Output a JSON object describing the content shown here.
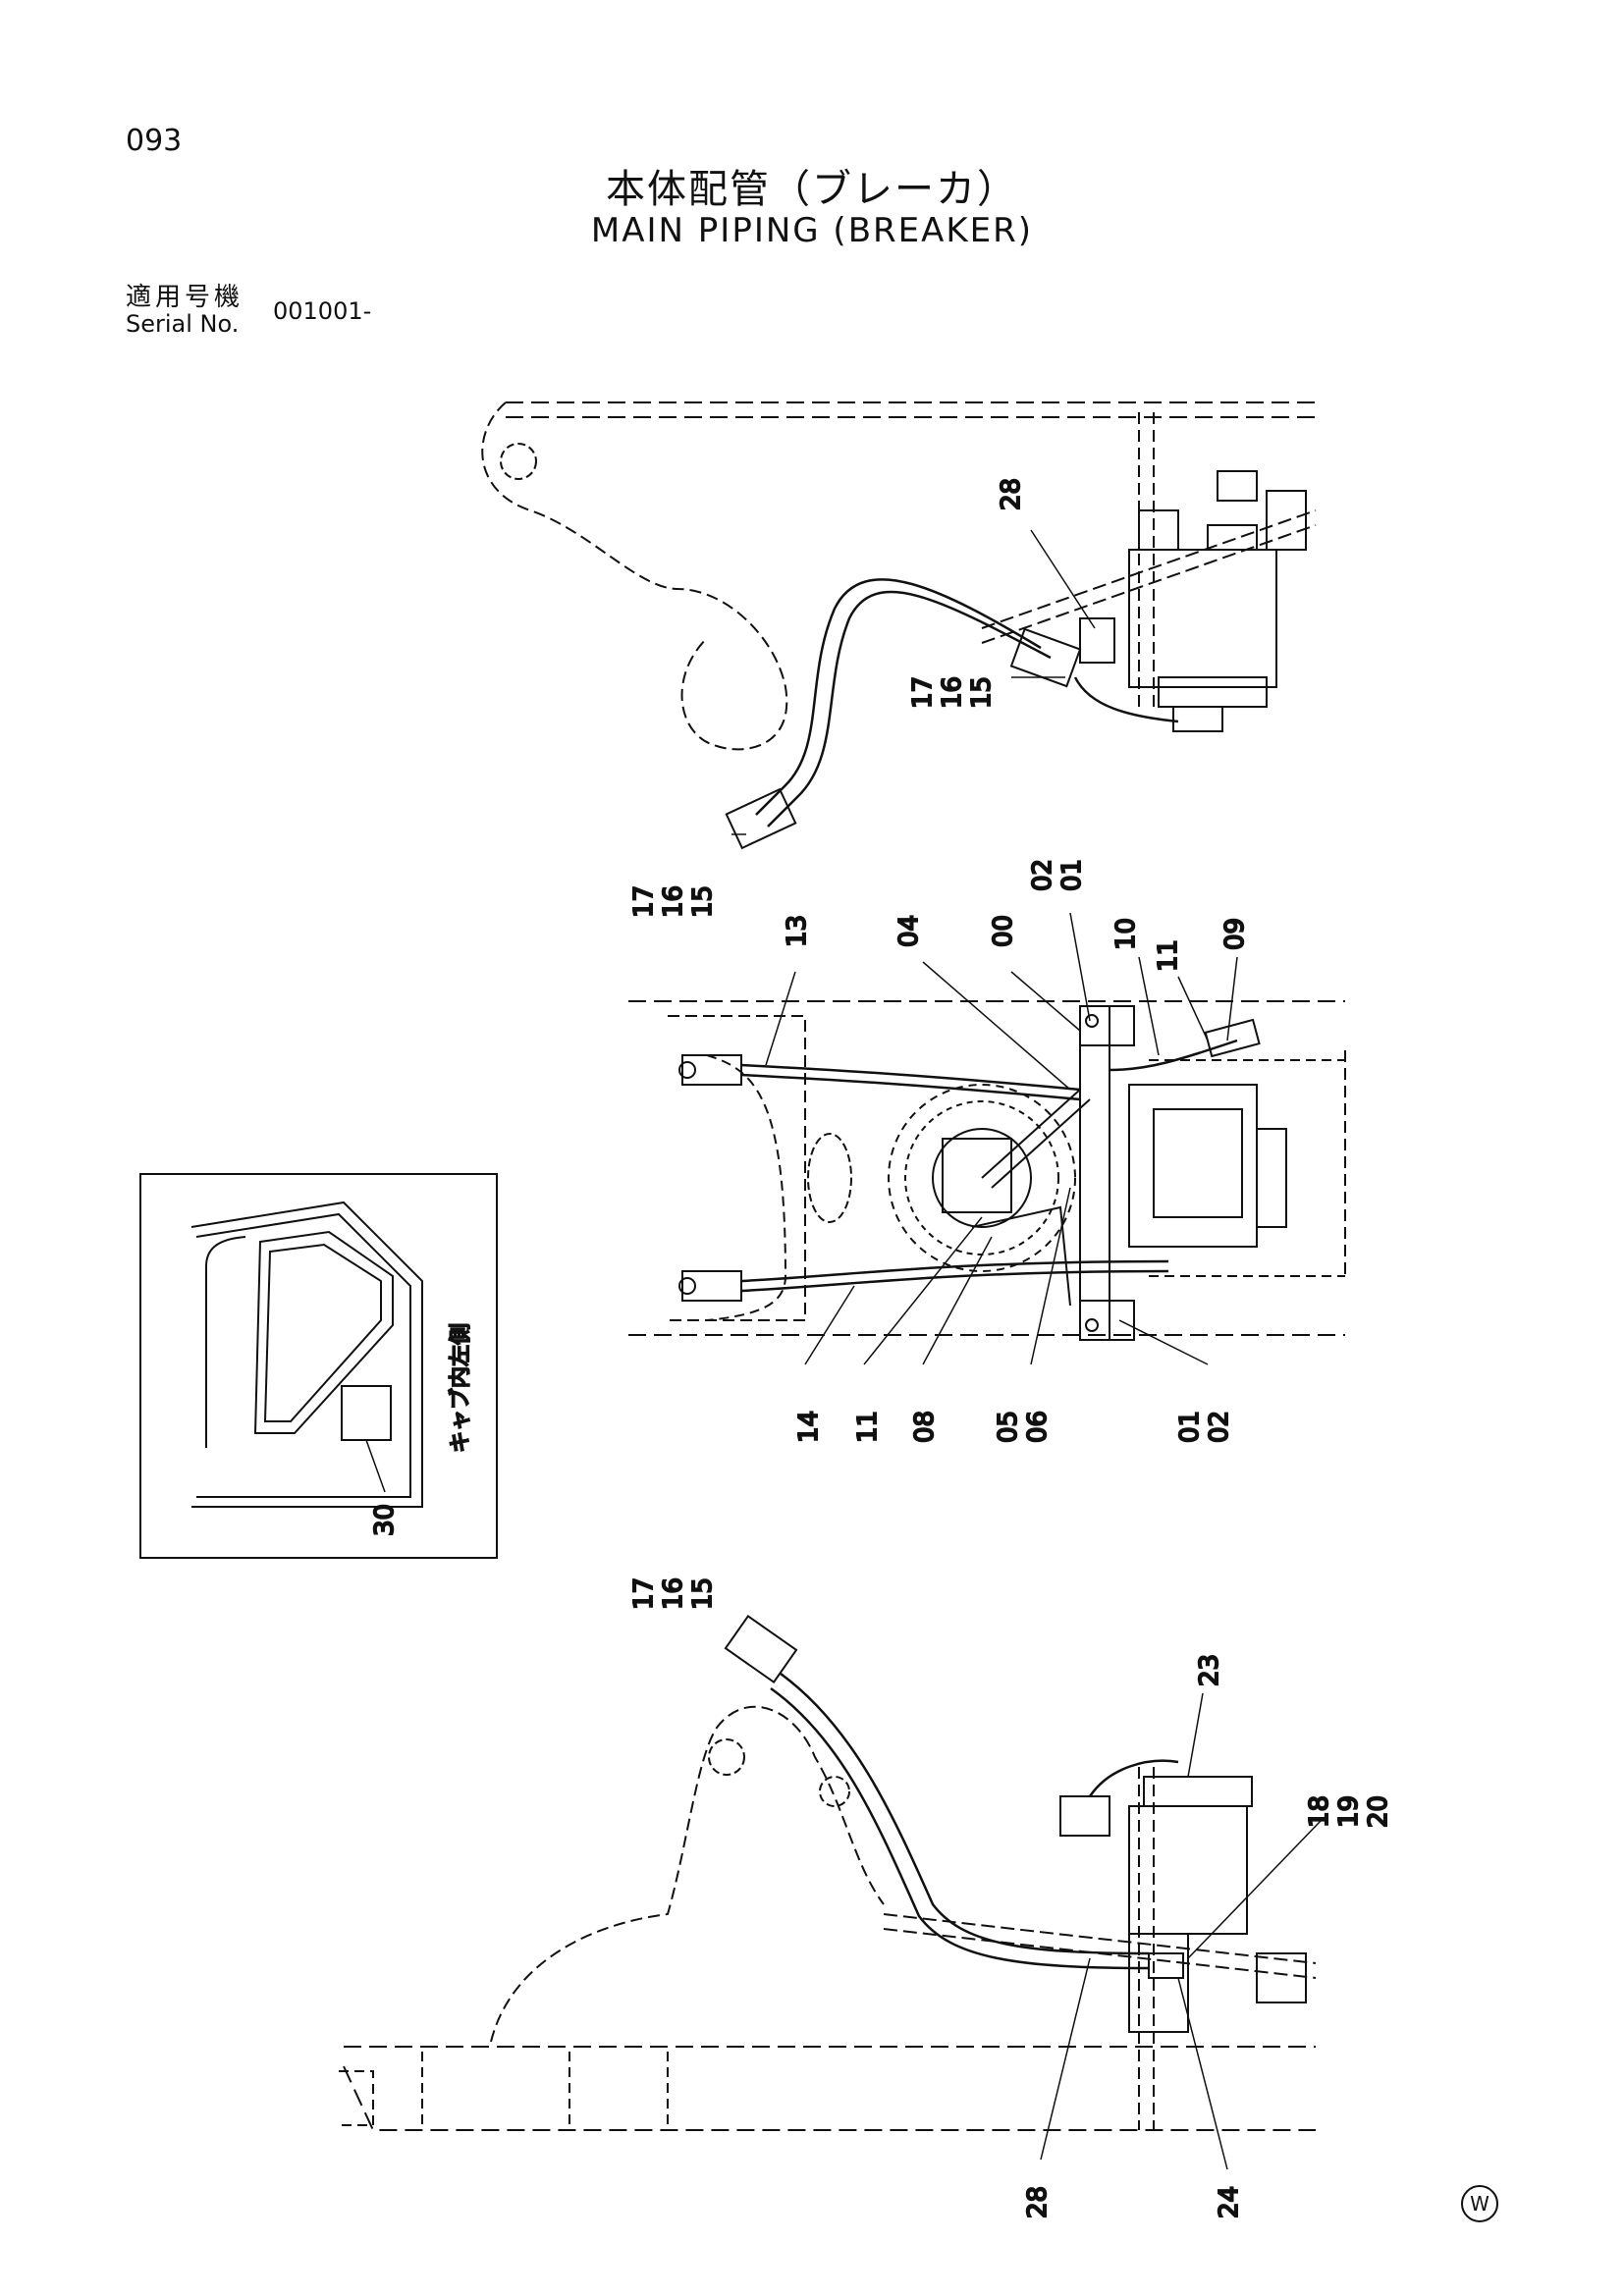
{
  "header": {
    "page_number": "093",
    "title_jp": "本体配管（ブレーカ）",
    "title_en": "MAIN PIPING (BREAKER)",
    "serial_label_jp": "適用号機",
    "serial_label_en": "Serial No.",
    "serial_value": "001001-"
  },
  "callouts": {
    "top_view": [
      "28",
      "17",
      "16",
      "15",
      "17",
      "16",
      "15"
    ],
    "middle_view": [
      "13",
      "04",
      "00",
      "02",
      "01",
      "10",
      "11",
      "09",
      "14",
      "11",
      "08",
      "05",
      "06",
      "01",
      "02"
    ],
    "inset": [
      "30"
    ],
    "bottom_view": [
      "17",
      "16",
      "15",
      "23",
      "18",
      "19",
      "20",
      "28",
      "24"
    ]
  },
  "inset": {
    "label_jp": "キャブ内左側"
  },
  "footer": {
    "watermark": "W"
  }
}
